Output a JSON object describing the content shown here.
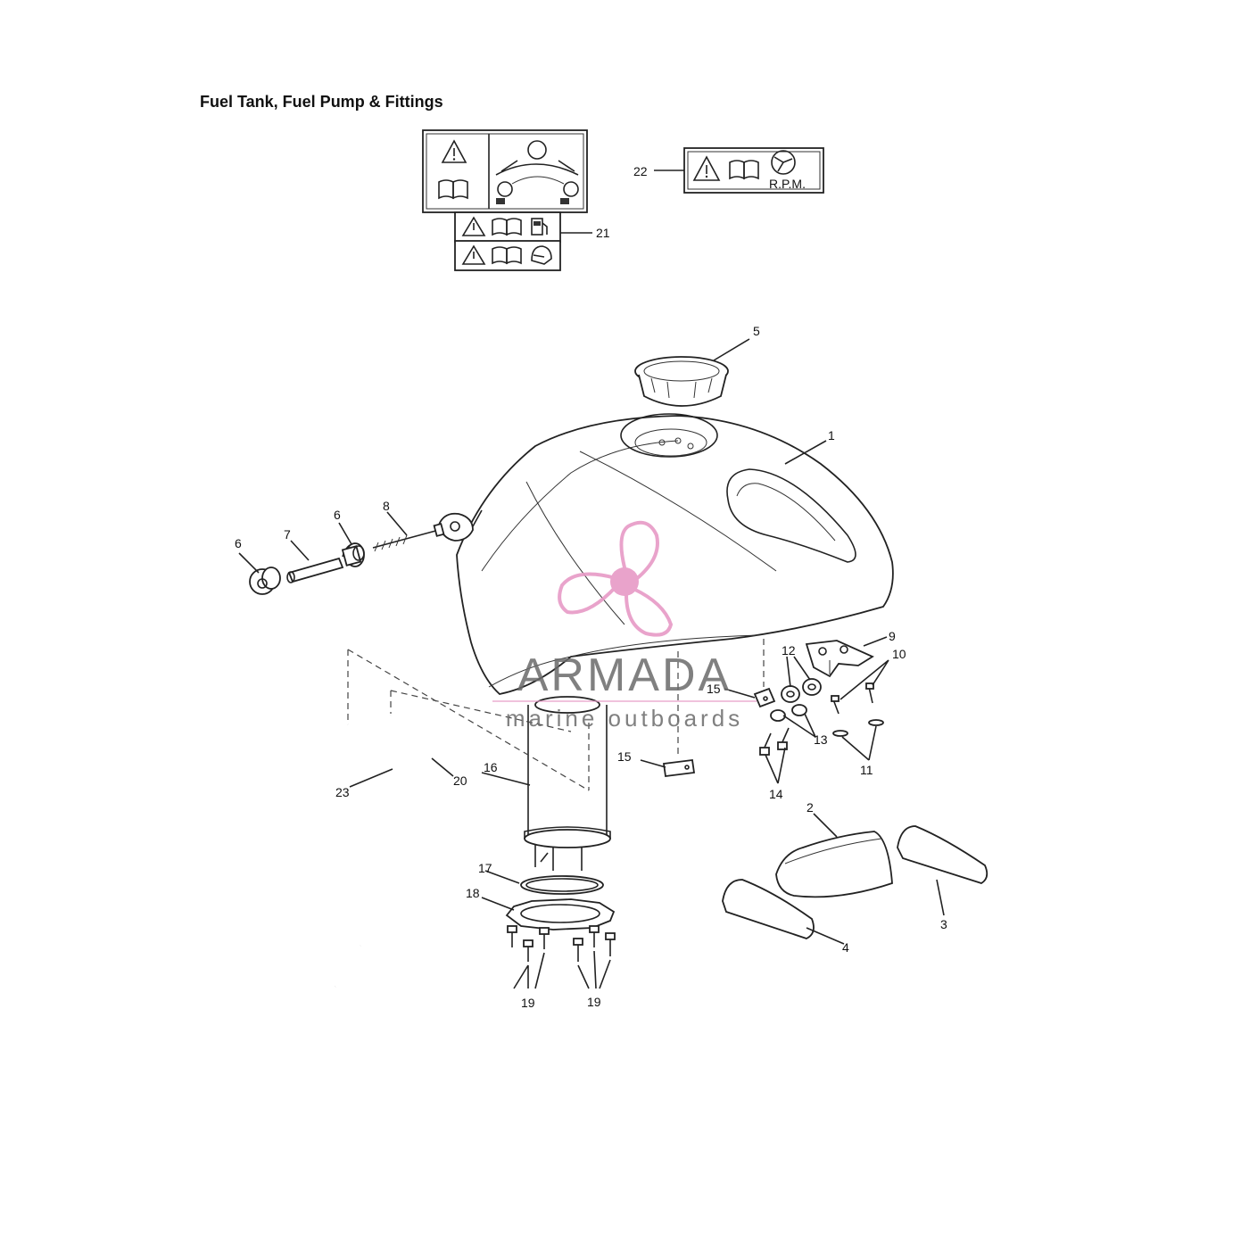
{
  "title": "Fuel Tank, Fuel Pump & Fittings",
  "decal_text_rpm": "R.P.M.",
  "watermark": {
    "brand": "ARMADA",
    "tagline": "marine outboards",
    "logo_color": "#e79ac6",
    "text_color": "#6a6a6a",
    "logo_icon": "propeller-icon"
  },
  "callouts": [
    {
      "id": "c1",
      "label": "1"
    },
    {
      "id": "c2",
      "label": "2"
    },
    {
      "id": "c3",
      "label": "3"
    },
    {
      "id": "c4",
      "label": "4"
    },
    {
      "id": "c5",
      "label": "5"
    },
    {
      "id": "c6a",
      "label": "6"
    },
    {
      "id": "c6b",
      "label": "6"
    },
    {
      "id": "c7",
      "label": "7"
    },
    {
      "id": "c8",
      "label": "8"
    },
    {
      "id": "c9",
      "label": "9"
    },
    {
      "id": "c10",
      "label": "10"
    },
    {
      "id": "c11",
      "label": "11"
    },
    {
      "id": "c12",
      "label": "12"
    },
    {
      "id": "c13",
      "label": "13"
    },
    {
      "id": "c14",
      "label": "14"
    },
    {
      "id": "c15a",
      "label": "15"
    },
    {
      "id": "c15b",
      "label": "15"
    },
    {
      "id": "c16",
      "label": "16"
    },
    {
      "id": "c17",
      "label": "17"
    },
    {
      "id": "c18",
      "label": "18"
    },
    {
      "id": "c19a",
      "label": "19"
    },
    {
      "id": "c19b",
      "label": "19"
    },
    {
      "id": "c20",
      "label": "20"
    },
    {
      "id": "c21",
      "label": "21"
    },
    {
      "id": "c22",
      "label": "22"
    },
    {
      "id": "c23",
      "label": "23"
    }
  ]
}
